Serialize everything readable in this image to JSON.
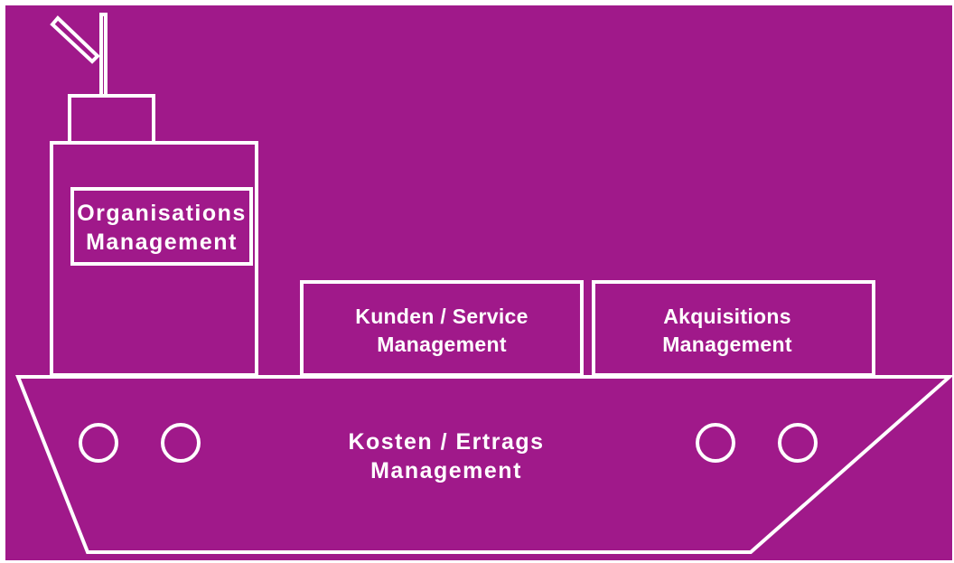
{
  "colors": {
    "background": "#a0198a",
    "outline": "#ffffff",
    "page": "#ffffff"
  },
  "boxes": {
    "organisation": {
      "line1": "Organisations",
      "line2": "Management"
    },
    "kunden": {
      "line1": "Kunden / Service",
      "line2": "Management"
    },
    "akquisitions": {
      "line1": "Akquisitions",
      "line2": "Management"
    },
    "kosten": {
      "line1": "Kosten / Ertrags",
      "line2": "Management"
    }
  }
}
